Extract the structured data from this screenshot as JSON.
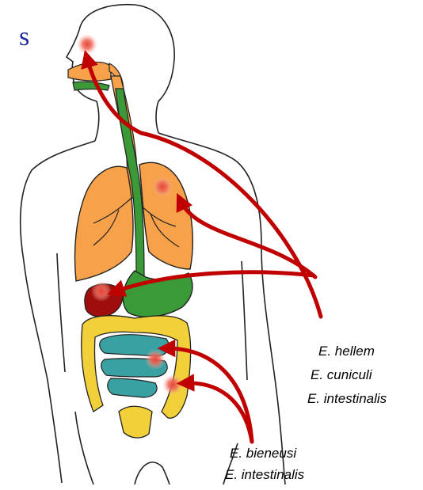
{
  "header": {
    "title_fragment": "s"
  },
  "groups": [
    {
      "species": [
        "E. hellem",
        "E. cuniculi",
        "E. intestinalis"
      ]
    },
    {
      "species": [
        "E. bieneusi",
        "E. intestinalis"
      ]
    }
  ],
  "colors": {
    "arrow": "#c00000",
    "lungs": "#f7a24a",
    "trachea": "#f7a24a",
    "esophagus": "#3a9a38",
    "stomach": "#3a9a38",
    "liver": "#a00d0d",
    "small_intestine": "#3aa1a3",
    "large_intestine": "#f2d03a",
    "infection_site": "#e8453c"
  }
}
